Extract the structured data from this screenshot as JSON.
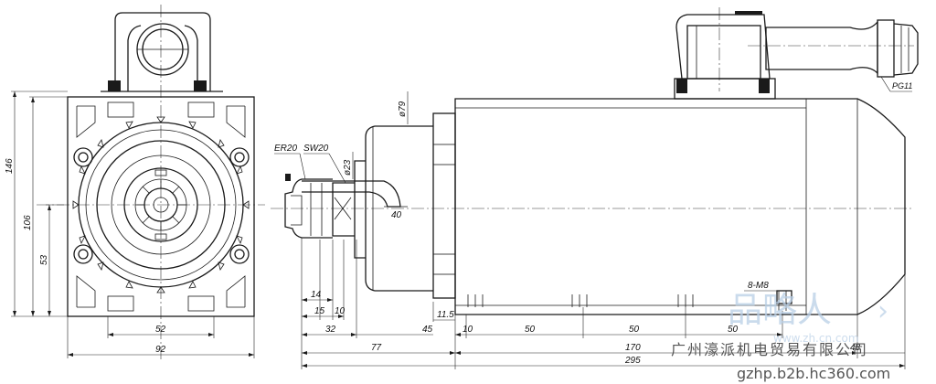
{
  "labels": {
    "collet": "ER20",
    "wrench": "SW20",
    "gland": "PG11",
    "thread": "8-M8",
    "flange_dia": "ø79",
    "nose_dia": "ø23"
  },
  "dims": {
    "height_total": "146",
    "height_pcd": "106",
    "height_half": "53",
    "width_pcd": "52",
    "width_total": "92",
    "d14": "14",
    "d15": "15",
    "d10a": "10",
    "d32": "32",
    "d45": "45",
    "d11_5": "11.5",
    "d10b": "10",
    "d50a": "50",
    "d50b": "50",
    "d50c": "50",
    "d77": "77",
    "d170": "170",
    "d40": "40",
    "d48": "48",
    "d295": "295"
  },
  "watermark": {
    "logo": "品略人",
    "site_faint": "www.zh.cn.com",
    "company": "广州濠派机电贸易有限公司",
    "domain": "gzhp.b2b.hc360.com"
  }
}
